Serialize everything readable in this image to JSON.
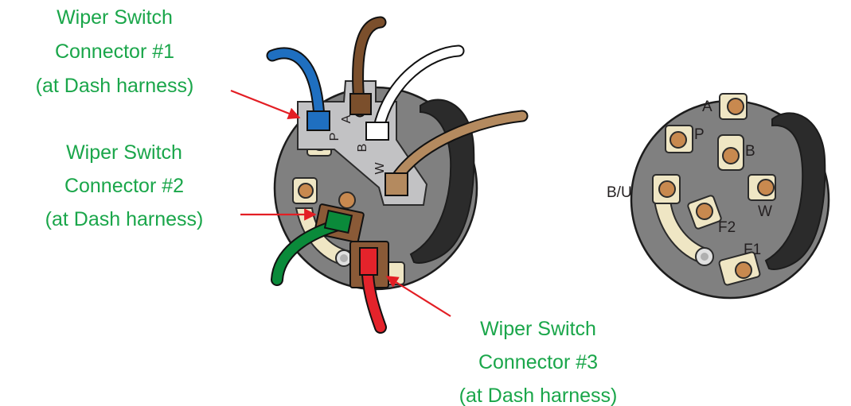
{
  "colors": {
    "label_green": "#1aa64a",
    "arrow_red": "#e31e24",
    "switch_body": "#808080",
    "switch_slot": "#2b2b2b",
    "terminal_ivory": "#efe6c4",
    "terminal_copper": "#c8894f",
    "plate_gray": "#c2c2c4",
    "wire_blue": "#1f6fc0",
    "wire_brown": "#7b4f2c",
    "wire_white": "#ffffff",
    "wire_tan": "#b48a5f",
    "wire_green": "#0a8a3a",
    "wire_red": "#e4232b"
  },
  "callouts": [
    {
      "id": "connector1",
      "lines": [
        "Wiper Switch",
        "Connector #1",
        "(at Dash harness)"
      ]
    },
    {
      "id": "connector2",
      "lines": [
        "Wiper Switch",
        "Connector #2",
        "(at Dash harness)"
      ]
    },
    {
      "id": "connector3",
      "lines": [
        "Wiper Switch",
        "Connector #3",
        "(at Dash harness)"
      ]
    }
  ],
  "connector_plate_labels": [
    "A",
    "P",
    "B",
    "W"
  ],
  "terminal_labels": {
    "a": "A",
    "p": "P",
    "b": "B",
    "bu": "B/U",
    "w": "W",
    "f2": "F2",
    "f1": "F1"
  }
}
